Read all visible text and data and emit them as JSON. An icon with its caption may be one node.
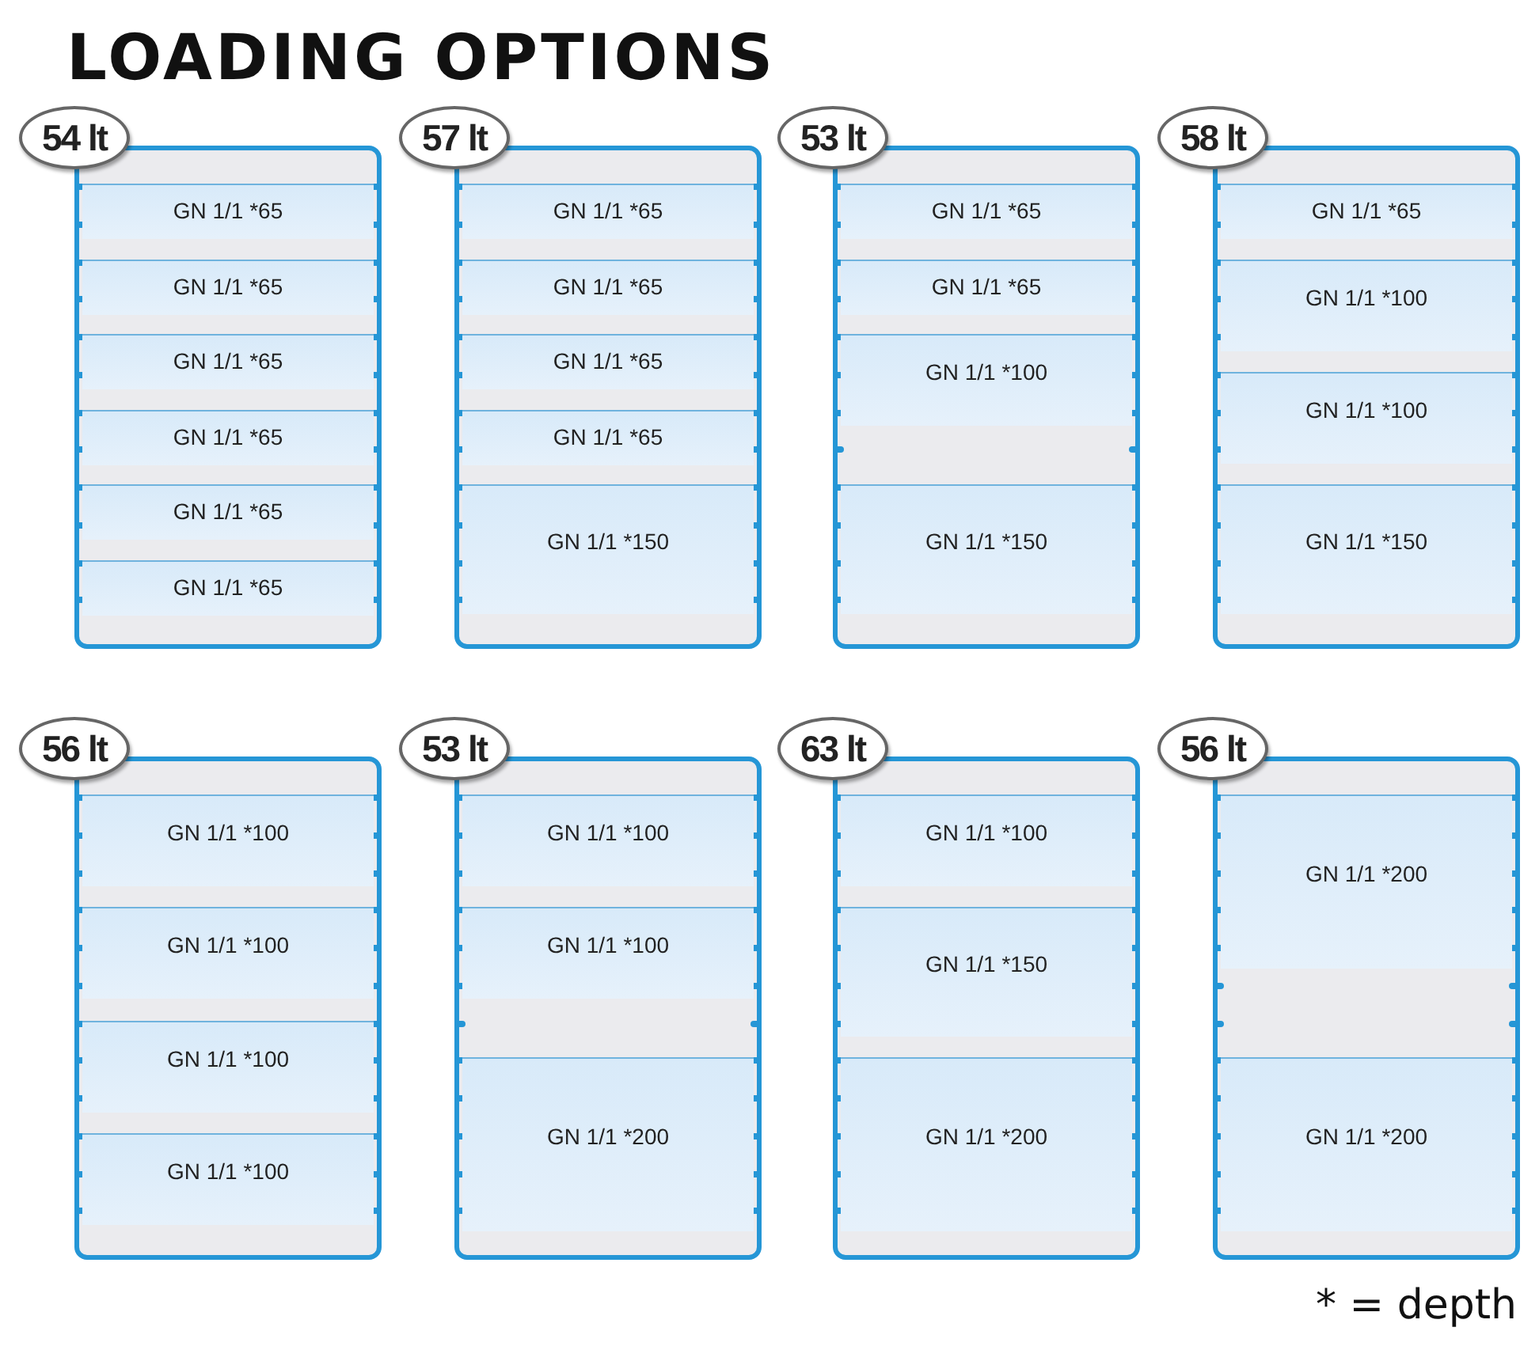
{
  "diagram": {
    "title": "LOADING OPTIONS",
    "nodes": [
      {
        "text": [
          "54 lt"
        ]
      },
      {
        "text": [
          "GN 1/1 *65"
        ],
        "in": 0
      },
      {
        "text": [
          "GN 1/1 *65"
        ],
        "in": 0
      },
      {
        "text": [
          "GN 1/1 *65"
        ],
        "in": 0
      },
      {
        "text": [
          "GN 1/1 *65"
        ],
        "in": 0
      },
      {
        "text": [
          "GN 1/1 *65"
        ],
        "in": 0
      },
      {
        "text": [
          "GN 1/1 *65"
        ],
        "in": 0
      },
      {
        "text": [
          "57 lt"
        ]
      },
      {
        "text": [
          "GN 1/1 *65"
        ],
        "in": 7
      },
      {
        "text": [
          "GN 1/1 *65"
        ],
        "in": 7
      },
      {
        "text": [
          "GN 1/1 *65"
        ],
        "in": 7
      },
      {
        "text": [
          "GN 1/1 *65"
        ],
        "in": 7
      },
      {
        "text": [
          "GN 1/1 *150"
        ],
        "in": 7
      },
      {
        "text": [
          "53 lt"
        ]
      },
      {
        "text": [
          "GN 1/1 *65"
        ],
        "in": 13
      },
      {
        "text": [
          "GN 1/1 *65"
        ],
        "in": 13
      },
      {
        "text": [
          "GN 1/1 *100"
        ],
        "in": 13
      },
      {
        "text": [
          "GN 1/1 *150"
        ],
        "in": 13
      },
      {
        "text": [
          "58 lt"
        ]
      },
      {
        "text": [
          "GN 1/1 *65"
        ],
        "in": 18
      },
      {
        "text": [
          "GN 1/1 *100"
        ],
        "in": 18
      },
      {
        "text": [
          "GN 1/1 *100"
        ],
        "in": 18
      },
      {
        "text": [
          "GN 1/1 *150"
        ],
        "in": 18
      },
      {
        "text": [
          "56 lt"
        ]
      },
      {
        "text": [
          "GN 1/1 *100"
        ],
        "in": 23
      },
      {
        "text": [
          "GN 1/1 *100"
        ],
        "in": 23
      },
      {
        "text": [
          "GN 1/1 *100"
        ],
        "in": 23
      },
      {
        "text": [
          "GN 1/1 *100"
        ],
        "in": 23
      },
      {
        "text": [
          "53 lt"
        ]
      },
      {
        "text": [
          "GN 1/1 *100"
        ],
        "in": 28
      },
      {
        "text": [
          "GN 1/1 *100"
        ],
        "in": 28
      },
      {
        "text": [
          "GN 1/1 *200"
        ],
        "in": 28
      },
      {
        "text": [
          "63 lt"
        ]
      },
      {
        "text": [
          "GN 1/1 *100"
        ],
        "in": 32
      },
      {
        "text": [
          "GN 1/1 *150"
        ],
        "in": 32
      },
      {
        "text": [
          "GN 1/1 *200"
        ],
        "in": 32
      },
      {
        "text": [
          "56 lt"
        ]
      },
      {
        "text": [
          "GN 1/1 *200"
        ],
        "in": 36
      },
      {
        "text": [
          "GN 1/1 *200"
        ],
        "in": 36
      }
    ],
    "labels": [
      "* = depth"
    ]
  }
}
